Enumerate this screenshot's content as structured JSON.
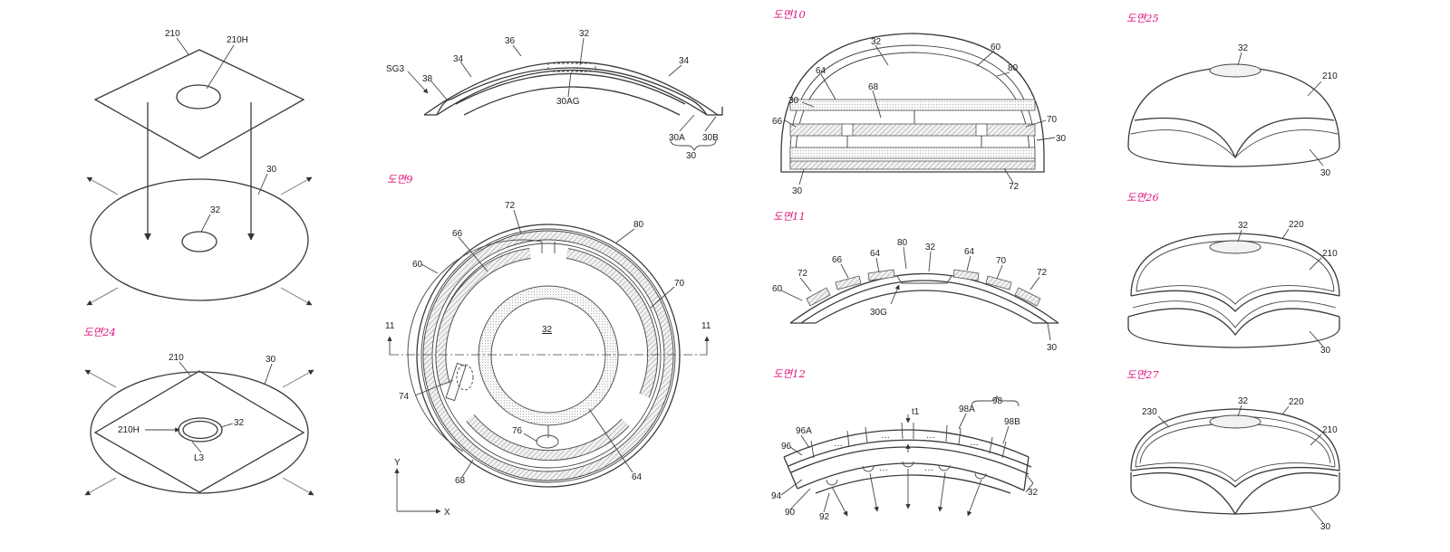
{
  "accent_color": "#e0197d",
  "figure_titles": {
    "fig9": "도면9",
    "fig10": "도면10",
    "fig11": "도면11",
    "fig12": "도면12",
    "fig24": "도면24",
    "fig25": "도면25",
    "fig26": "도면26",
    "fig27": "도면27"
  },
  "fig23": {
    "labels": {
      "sheet": "210",
      "hole": "210H",
      "lens": "30",
      "center": "32"
    }
  },
  "fig24": {
    "labels": {
      "lens": "30",
      "sheet": "210",
      "hole": "210H",
      "center": "32",
      "line": "L3"
    }
  },
  "fig8": {
    "labels": {
      "sg": "SG3",
      "edge": "38",
      "left": "34",
      "cover": "36",
      "center": "32",
      "right": "34",
      "gap": "30AG",
      "layer_a": "30A",
      "layer_b": "30B",
      "lens": "30"
    }
  },
  "fig9": {
    "labels": {
      "outer_ring": "72",
      "ring80": "80",
      "lens": "60",
      "elec66": "66",
      "elec70": "70",
      "center": "32",
      "sec_left": "11",
      "sec_right": "11",
      "part74": "74",
      "part76": "76",
      "elec68": "68",
      "ring64": "64",
      "axis_y": "Y",
      "axis_x": "X"
    }
  },
  "fig10": {
    "labels": {
      "center": "32",
      "outer": "60",
      "shell": "80",
      "layer64": "64",
      "layer30": "30",
      "layer68": "68",
      "layer66": "66",
      "layer70": "70",
      "right30": "30",
      "bottom30": "30",
      "base72": "72"
    }
  },
  "fig11": {
    "labels": {
      "ring80": "80",
      "center": "32",
      "el66": "66",
      "el64a": "64",
      "el64b": "64",
      "el70": "70",
      "el72a": "72",
      "el72b": "72",
      "lens60": "60",
      "groove": "30G",
      "lens30": "30"
    }
  },
  "fig12": {
    "labels": {
      "t1": "t1",
      "b98": "98",
      "b98a": "98A",
      "b98b": "98B",
      "b96a": "96A",
      "b96": "96",
      "b94": "94",
      "b90": "90",
      "b92": "92",
      "b32": "32"
    },
    "dots": "···"
  },
  "fig25": {
    "labels": {
      "center": "32",
      "sheet": "210",
      "lens": "30"
    }
  },
  "fig26": {
    "labels": {
      "center": "32",
      "layer220": "220",
      "sheet": "210",
      "lens": "30"
    }
  },
  "fig27": {
    "labels": {
      "layer230": "230",
      "center": "32",
      "layer220": "220",
      "sheet": "210",
      "lens": "30"
    }
  }
}
